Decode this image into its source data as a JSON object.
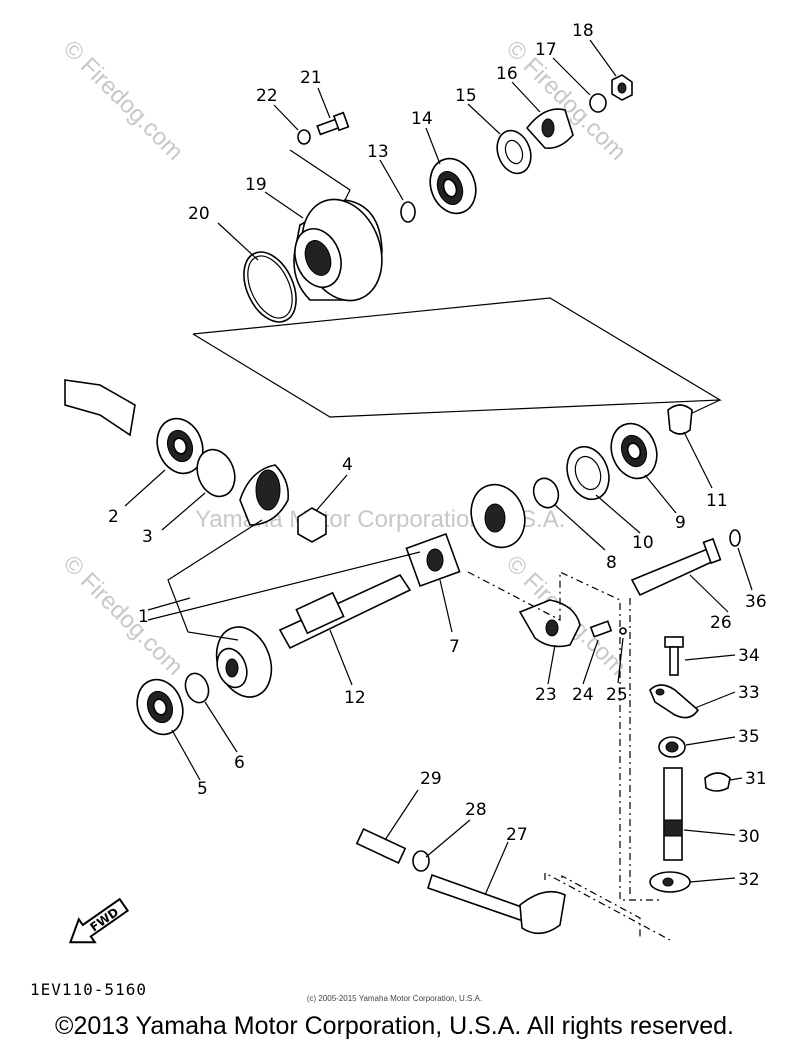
{
  "watermarks": {
    "firedog": "© Firedog.com",
    "yamaha": "Yamaha Motor Corporation, U.S.A."
  },
  "callouts": [
    "1",
    "2",
    "3",
    "4",
    "5",
    "6",
    "7",
    "8",
    "9",
    "10",
    "11",
    "12",
    "13",
    "14",
    "15",
    "16",
    "17",
    "18",
    "19",
    "20",
    "21",
    "22",
    "23",
    "24",
    "25",
    "26",
    "27",
    "28",
    "29",
    "30",
    "31",
    "32",
    "33",
    "34",
    "35",
    "36"
  ],
  "fwd_label": "FWD",
  "diagram_code": "1EV110-5160",
  "small_copyright": "(c) 2005-2015 Yamaha Motor Corporation, U.S.A.",
  "copyright": "©2013 Yamaha Motor Corporation, U.S.A. All rights reserved."
}
